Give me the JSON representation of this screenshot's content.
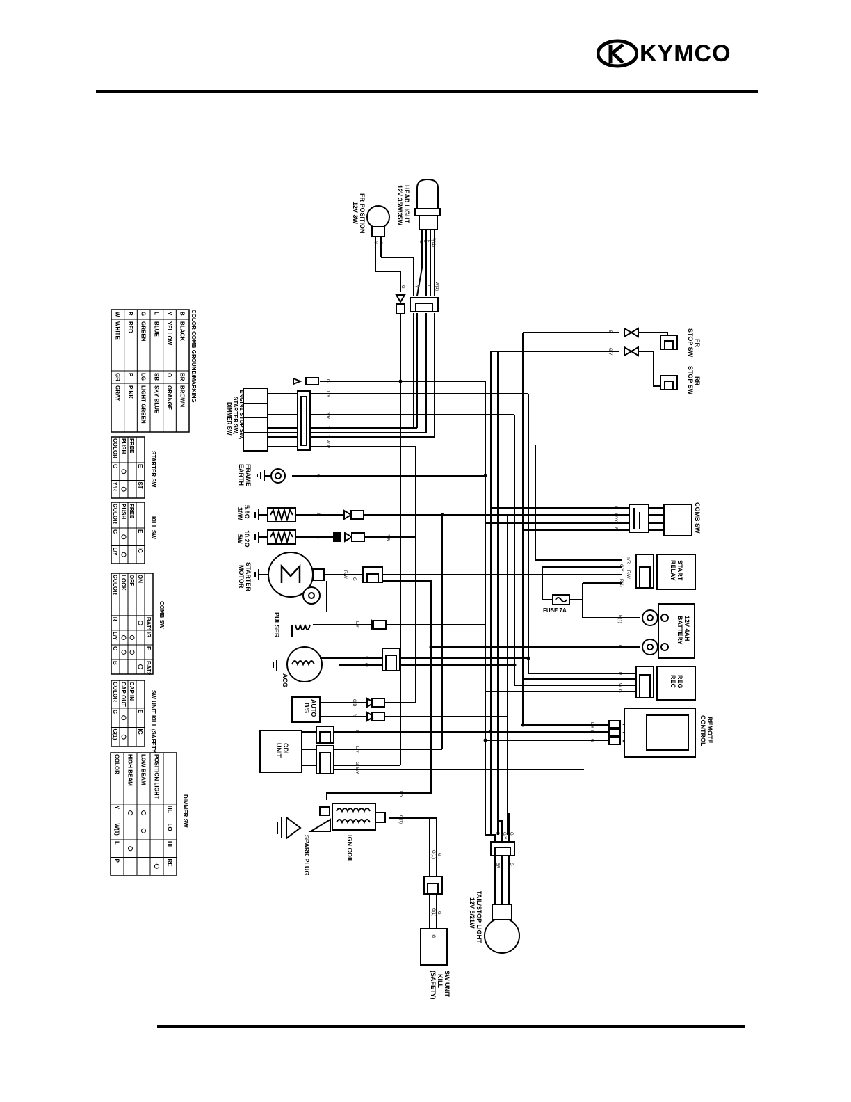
{
  "brand": {
    "name": "KYMCO"
  },
  "components": {
    "head_light": [
      "HEAD LIGHT",
      "12V 35W/35W"
    ],
    "fr_position": [
      "FR POSITION",
      "12V 3W"
    ],
    "fr_stop_sw": [
      "FR",
      "STOP SW"
    ],
    "rr_stop_sw": [
      "RR",
      "STOP SW"
    ],
    "engine_stop_sw": [
      "ENGINE STOP SW,",
      "STARTER SW,",
      "DIMMER SW"
    ],
    "frame_earth": [
      "FRAME",
      "EARTH"
    ],
    "resistor_1": [
      "5.9Ω",
      "30W"
    ],
    "resistor_2": [
      "10.2Ω",
      "5W"
    ],
    "starter_motor": [
      "STARTER",
      "MOTOR"
    ],
    "pulser": "PULSER",
    "acg": "ACG",
    "auto_bs": [
      "AUTO",
      "B/S"
    ],
    "cdi_unit": [
      "CDI",
      "UNIT"
    ],
    "ign_coil": "IGN COIL",
    "spark_plug": "SPARK PLUG",
    "comb_sw": "COMB SW",
    "start_relay": [
      "START",
      "RELAY"
    ],
    "fuse": "FUSE 7A",
    "battery": [
      "12V 4AH",
      "BATTERY"
    ],
    "reg_rec": [
      "REG",
      "REC"
    ],
    "remote_control": [
      "REMOTE",
      "CONTROL"
    ],
    "tail_light": [
      "TAIL/STOP LIGHT",
      "12V 5/21W"
    ],
    "sw_unit_kill": [
      "SW UNIT",
      "KILL",
      "(SAFETY)"
    ]
  },
  "wire_labels": {
    "head": [
      "W(1)",
      "L",
      "L",
      "G"
    ],
    "pos": [
      "G",
      "Y"
    ],
    "hub": [
      "G",
      "Y",
      "L",
      "W(1)"
    ],
    "stop_sw": [
      "B",
      "G/Y"
    ],
    "engsw": [
      "G",
      "L/Y",
      "Y/R",
      "G",
      "L",
      "Y",
      "W",
      "P"
    ],
    "left": [
      "G",
      "P",
      "G",
      "G/B",
      "R/W",
      "G",
      "L/Y",
      "Y",
      "W",
      "G/B",
      "Y",
      "B",
      "L/Y",
      "G",
      "B/Y",
      "B/Y",
      "G(1)"
    ],
    "right": [
      "B",
      "L/Y",
      "G",
      "R",
      "Y/R",
      "G/Y",
      "R/W",
      "R(1)",
      "R(1)",
      "G",
      "R",
      "Y",
      "W",
      "G",
      "L/Y",
      "B",
      "G"
    ],
    "tail": [
      "G",
      "G/Y",
      "B",
      "G",
      "BR"
    ],
    "kill": [
      "G",
      "G(1)",
      "G",
      "G(1)",
      "IG"
    ]
  },
  "color_table": {
    "title": "COLOR COMB GROUND/MARKING",
    "rows": [
      [
        "B",
        "BLACK",
        "BR",
        "BROWN"
      ],
      [
        "Y",
        "YELLOW",
        "O",
        "ORANGE"
      ],
      [
        "L",
        "BLUE",
        "SB",
        "SKY BLUE"
      ],
      [
        "G",
        "GREEN",
        "LG",
        "LIGHT GREEN"
      ],
      [
        "R",
        "RED",
        "P",
        "PINK"
      ],
      [
        "W",
        "WHITE",
        "GR",
        "GRAY"
      ]
    ]
  },
  "switch_tables": [
    {
      "title": "STARTER SW",
      "header": [
        "",
        "E",
        "ST"
      ],
      "rows": [
        [
          "FREE",
          "",
          ""
        ],
        [
          "PUSH",
          "o",
          "o"
        ],
        [
          "COLOR",
          "G",
          "Y/R"
        ]
      ]
    },
    {
      "title": "KILL SW",
      "header": [
        "",
        "E",
        "IG"
      ],
      "rows": [
        [
          "FREE",
          "",
          ""
        ],
        [
          "PUSH",
          "o",
          "o"
        ],
        [
          "COLOR",
          "G",
          "L/Y"
        ]
      ]
    },
    {
      "title": "COMB SW",
      "header": [
        "",
        "BAT1",
        "IG",
        "E",
        "BAT2"
      ],
      "rows": [
        [
          "ON",
          "o",
          "",
          "",
          "o"
        ],
        [
          "OFF",
          "",
          "o",
          "o",
          ""
        ],
        [
          "LOCK",
          "",
          "o",
          "o",
          ""
        ],
        [
          "COLOR",
          "R",
          "L/Y",
          "G",
          "B"
        ]
      ]
    },
    {
      "title": "SW UNIT KILL (SAFETY)",
      "header": [
        "",
        "E",
        "IG"
      ],
      "rows": [
        [
          "CAP IN",
          "",
          ""
        ],
        [
          "CAP OUT",
          "o",
          "o"
        ],
        [
          "COLOR",
          "G",
          "G(1)"
        ]
      ]
    },
    {
      "title": "DIMMER SW",
      "header": [
        "",
        "HL",
        "LO",
        "HI",
        "RE"
      ],
      "rows": [
        [
          "POSITION LIGHT",
          "",
          "",
          "",
          "o"
        ],
        [
          "LOW BEAM",
          "o",
          "o",
          "",
          ""
        ],
        [
          "HIGH BEAM",
          "o",
          "",
          "o",
          ""
        ],
        [
          "COLOR",
          "Y",
          "W(1)",
          "L",
          "P"
        ]
      ]
    }
  ]
}
